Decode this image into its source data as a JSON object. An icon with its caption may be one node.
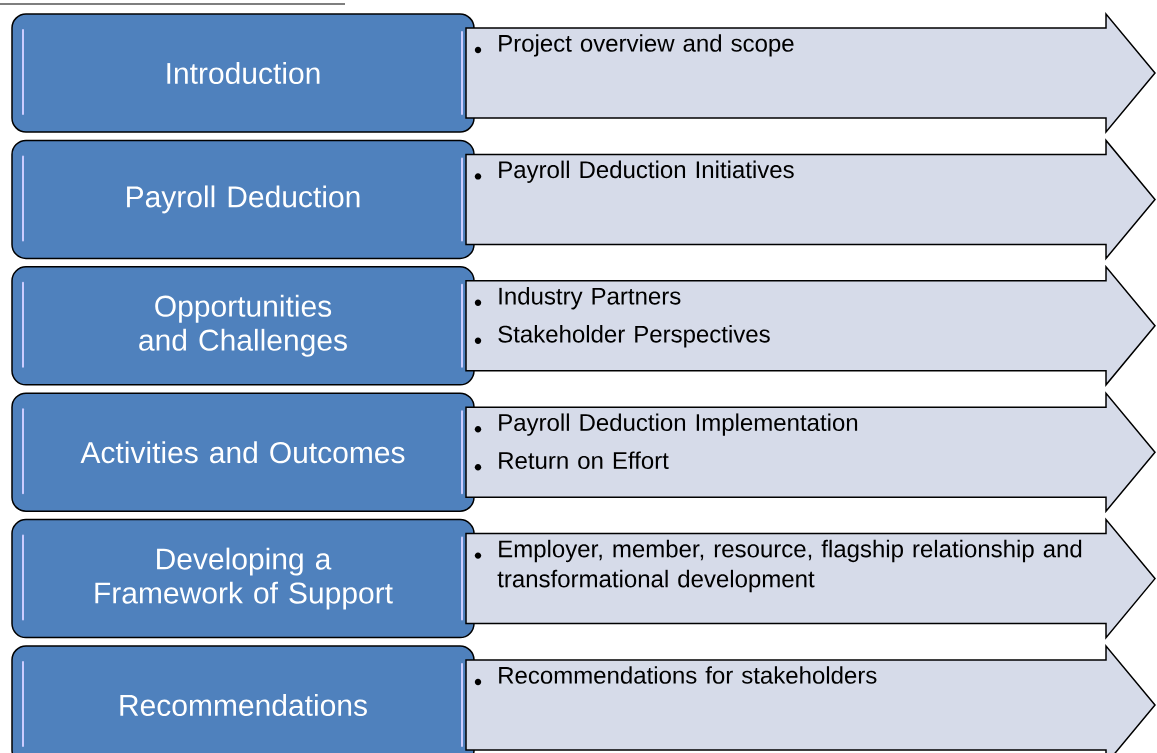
{
  "diagram": {
    "nodes": [
      {
        "text": [
          "Introduction"
        ]
      },
      {
        "text": [
          "Project overview and scope"
        ]
      },
      {
        "text": [
          "Payroll Deduction"
        ]
      },
      {
        "text": [
          "Payroll Deduction Initiatives"
        ]
      },
      {
        "text": [
          "Opportunities and Challenges"
        ]
      },
      {
        "text": [
          "Industry Partners",
          "Stakeholder Perspectives"
        ]
      },
      {
        "text": [
          "Activities and Outcomes"
        ]
      },
      {
        "text": [
          "Payroll Deduction Implementation",
          "Return on Effort"
        ]
      },
      {
        "text": [
          "Developing a Framework of Support"
        ]
      },
      {
        "text": [
          "Employer, member, resource, flagship relationship and transformational development"
        ]
      },
      {
        "text": [
          "Recommendations"
        ]
      },
      {
        "text": [
          "Recommendations for stakeholders"
        ]
      }
    ]
  }
}
